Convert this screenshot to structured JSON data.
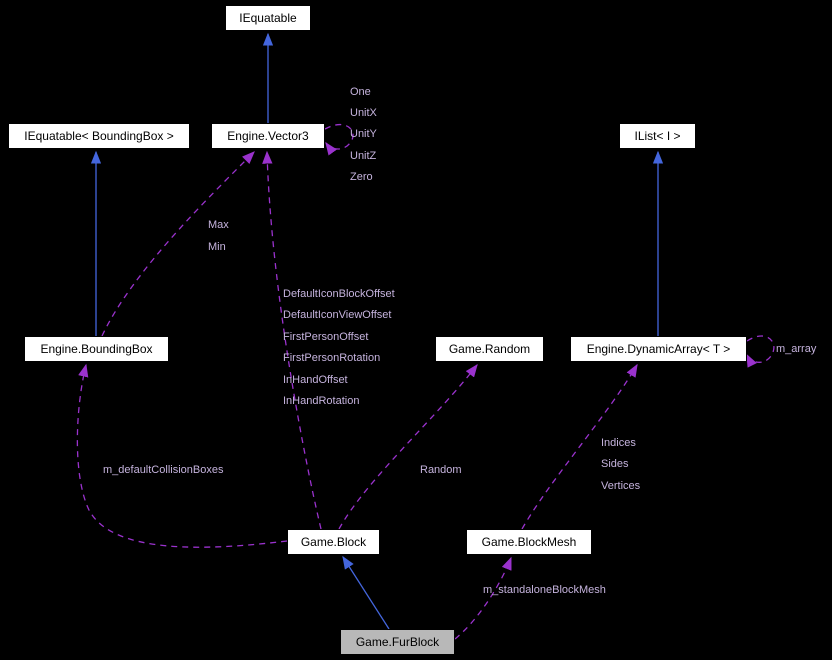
{
  "colors": {
    "background": "#000000",
    "node_fill": "#ffffff",
    "node_border": "#000000",
    "node_text": "#000000",
    "focus_node_fill": "#b8b8b8",
    "edge_inheritance": "#4466dd",
    "edge_usage": "#9a32cd",
    "edge_label_text": "#c5b3dd"
  },
  "nodes": {
    "iequatable": {
      "label": "IEquatable"
    },
    "iequatable_boundingbox": {
      "label": "IEquatable< BoundingBox >"
    },
    "engine_vector3": {
      "label": "Engine.Vector3"
    },
    "ilist_i": {
      "label": "IList< I >"
    },
    "engine_boundingbox": {
      "label": "Engine.BoundingBox"
    },
    "game_random": {
      "label": "Game.Random"
    },
    "engine_dynamicarray_t": {
      "label": "Engine.DynamicArray< T >"
    },
    "game_block": {
      "label": "Game.Block"
    },
    "game_blockmesh": {
      "label": "Game.BlockMesh"
    },
    "game_furblock": {
      "label": "Game.FurBlock"
    }
  },
  "edge_labels": {
    "one": "One",
    "unitx": "UnitX",
    "unity": "UnitY",
    "unitz": "UnitZ",
    "zero": "Zero",
    "max": "Max",
    "min": "Min",
    "default_icon_block_offset": "DefaultIconBlockOffset",
    "default_icon_view_offset": "DefaultIconViewOffset",
    "first_person_offset": "FirstPersonOffset",
    "first_person_rotation": "FirstPersonRotation",
    "in_hand_offset": "InHandOffset",
    "in_hand_rotation": "InHandRotation",
    "m_default_collision_boxes": "m_defaultCollisionBoxes",
    "random": "Random",
    "indices": "Indices",
    "sides": "Sides",
    "vertices": "Vertices",
    "m_array": "m_array",
    "m_standalone_block_mesh": "m_standaloneBlockMesh"
  },
  "edges": [
    {
      "from": "engine_vector3",
      "to": "iequatable",
      "type": "inheritance"
    },
    {
      "from": "engine_boundingbox",
      "to": "iequatable_boundingbox",
      "type": "inheritance"
    },
    {
      "from": "engine_dynamicarray_t",
      "to": "ilist_i",
      "type": "inheritance"
    },
    {
      "from": "game_furblock",
      "to": "game_block",
      "type": "inheritance"
    },
    {
      "from": "engine_vector3",
      "to": "engine_vector3",
      "type": "usage",
      "labels": [
        "one",
        "unitx",
        "unity",
        "unitz",
        "zero"
      ]
    },
    {
      "from": "engine_boundingbox",
      "to": "engine_vector3",
      "type": "usage",
      "labels": [
        "max",
        "min"
      ]
    },
    {
      "from": "game_block",
      "to": "engine_vector3",
      "type": "usage",
      "labels": [
        "default_icon_block_offset",
        "default_icon_view_offset",
        "first_person_offset",
        "first_person_rotation",
        "in_hand_offset",
        "in_hand_rotation"
      ]
    },
    {
      "from": "game_block",
      "to": "game_random",
      "type": "usage",
      "labels": [
        "random"
      ]
    },
    {
      "from": "game_block",
      "to": "engine_boundingbox",
      "type": "usage",
      "labels": [
        "m_default_collision_boxes"
      ]
    },
    {
      "from": "engine_dynamicarray_t",
      "to": "engine_dynamicarray_t",
      "type": "usage",
      "labels": [
        "m_array"
      ]
    },
    {
      "from": "game_blockmesh",
      "to": "engine_dynamicarray_t",
      "type": "usage",
      "labels": [
        "indices",
        "sides",
        "vertices"
      ]
    },
    {
      "from": "game_furblock",
      "to": "game_blockmesh",
      "type": "usage",
      "labels": [
        "m_standalone_block_mesh"
      ]
    }
  ]
}
